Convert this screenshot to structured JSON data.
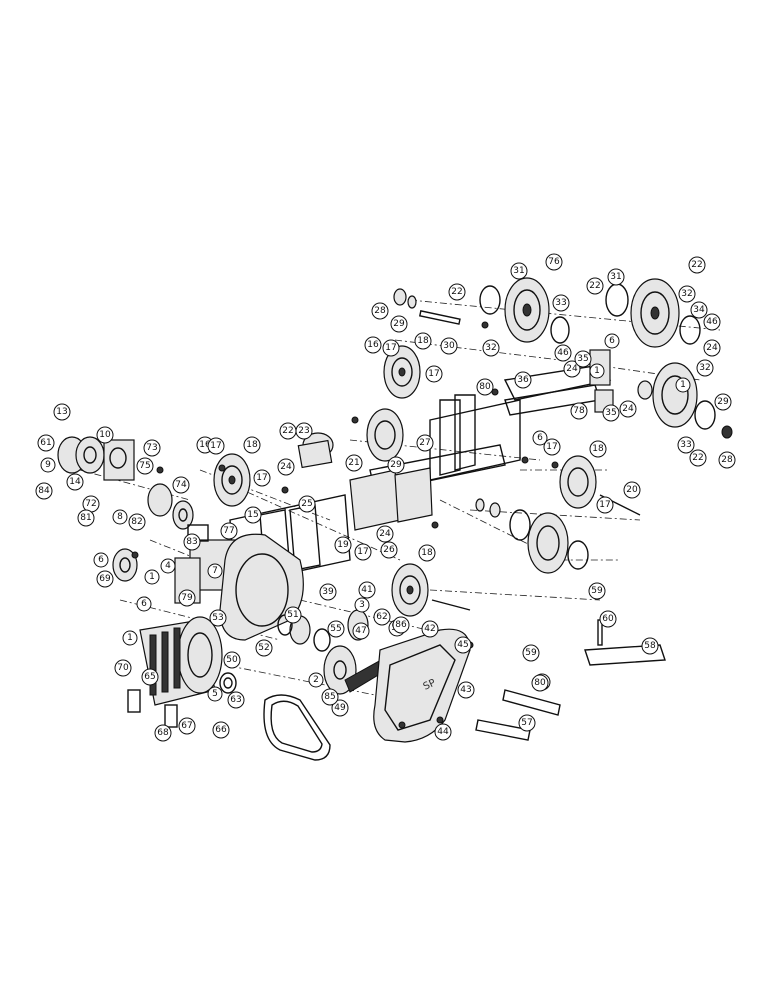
{
  "diagram": {
    "callouts": [
      "1",
      "2",
      "3",
      "4",
      "5",
      "6",
      "7",
      "8",
      "9",
      "10",
      "13",
      "14",
      "15",
      "16",
      "17",
      "18",
      "19",
      "20",
      "21",
      "22",
      "23",
      "24",
      "25",
      "26",
      "27",
      "28",
      "29",
      "30",
      "31",
      "32",
      "33",
      "34",
      "35",
      "36",
      "39",
      "41",
      "42",
      "43",
      "44",
      "45",
      "46",
      "47",
      "49",
      "50",
      "51",
      "52",
      "53",
      "55",
      "56",
      "57",
      "58",
      "59",
      "60",
      "61",
      "62",
      "63",
      "65",
      "66",
      "67",
      "68",
      "69",
      "70",
      "72",
      "73",
      "74",
      "75",
      "76",
      "77",
      "78",
      "79",
      "80",
      "81",
      "82",
      "83",
      "84",
      "85",
      "86"
    ]
  }
}
